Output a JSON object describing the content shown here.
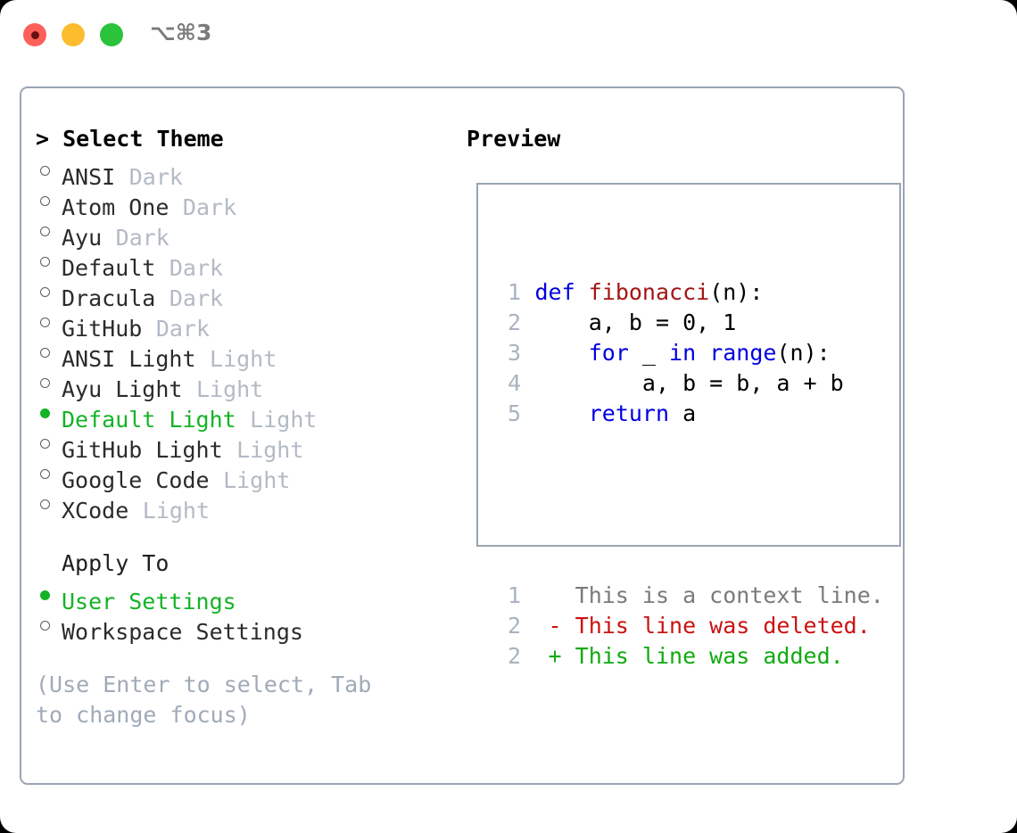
{
  "window": {
    "traffic_lights": [
      "close-red",
      "minimize-yellow",
      "maximize-green"
    ],
    "shortcut": "⌥⌘3"
  },
  "left": {
    "heading": "> Select Theme",
    "themes": [
      {
        "marker": "hollow",
        "name": "ANSI",
        "tag": "Dark",
        "selected": false
      },
      {
        "marker": "hollow",
        "name": "Atom One",
        "tag": "Dark",
        "selected": false
      },
      {
        "marker": "hollow",
        "name": "Ayu",
        "tag": "Dark",
        "selected": false
      },
      {
        "marker": "hollow",
        "name": "Default",
        "tag": "Dark",
        "selected": false
      },
      {
        "marker": "hollow",
        "name": "Dracula",
        "tag": "Dark",
        "selected": false
      },
      {
        "marker": "hollow",
        "name": "GitHub",
        "tag": "Dark",
        "selected": false
      },
      {
        "marker": "hollow",
        "name": "ANSI Light",
        "tag": "Light",
        "selected": false
      },
      {
        "marker": "hollow",
        "name": "Ayu Light",
        "tag": "Light",
        "selected": false
      },
      {
        "marker": "filled",
        "name": "Default Light",
        "tag": "Light",
        "selected": true
      },
      {
        "marker": "hollow",
        "name": "GitHub Light",
        "tag": "Light",
        "selected": false
      },
      {
        "marker": "hollow",
        "name": "Google Code",
        "tag": "Light",
        "selected": false
      },
      {
        "marker": "hollow",
        "name": "XCode",
        "tag": "Light",
        "selected": false
      }
    ],
    "apply_to_label": "Apply To",
    "apply_to": [
      {
        "marker": "filled",
        "name": "User Settings",
        "selected": true
      },
      {
        "marker": "hollow",
        "name": "Workspace Settings",
        "selected": false
      }
    ],
    "hint": "(Use Enter to select, Tab to change focus)"
  },
  "preview": {
    "title": "Preview",
    "code_lines": [
      {
        "lno": "1",
        "tokens": [
          {
            "t": "def ",
            "c": "kw"
          },
          {
            "t": "fibonacci",
            "c": "fn"
          },
          {
            "t": "(n):",
            "c": "pl"
          }
        ]
      },
      {
        "lno": "2",
        "tokens": [
          {
            "t": "    a, b = 0, 1",
            "c": "pl"
          }
        ]
      },
      {
        "lno": "3",
        "tokens": [
          {
            "t": "    ",
            "c": "pl"
          },
          {
            "t": "for",
            "c": "kw"
          },
          {
            "t": " _ ",
            "c": "pl"
          },
          {
            "t": "in",
            "c": "kw"
          },
          {
            "t": " ",
            "c": "pl"
          },
          {
            "t": "range",
            "c": "kw"
          },
          {
            "t": "(n):",
            "c": "pl"
          }
        ]
      },
      {
        "lno": "4",
        "tokens": [
          {
            "t": "        a, b = b, a + b",
            "c": "pl"
          }
        ]
      },
      {
        "lno": "5",
        "tokens": [
          {
            "t": "    ",
            "c": "pl"
          },
          {
            "t": "return",
            "c": "kw"
          },
          {
            "t": " a",
            "c": "pl"
          }
        ]
      }
    ],
    "diff_lines": [
      {
        "lno": "1",
        "tokens": [
          {
            "t": "   This is a context line.",
            "c": "ctx"
          }
        ]
      },
      {
        "lno": "2",
        "tokens": [
          {
            "t": " - This line was deleted.",
            "c": "del"
          }
        ]
      },
      {
        "lno": "2",
        "tokens": [
          {
            "t": " + This line was added.",
            "c": "add"
          }
        ]
      }
    ]
  },
  "colors": {
    "selected_green": "#15b326",
    "tag_gray": "#b3bac5",
    "hint_gray": "#a0aab8",
    "border": "#9aa5b4",
    "keyword_blue": "#0000e0",
    "function_red": "#a31515",
    "diff_delete": "#cc1111",
    "diff_add": "#11aa11"
  }
}
